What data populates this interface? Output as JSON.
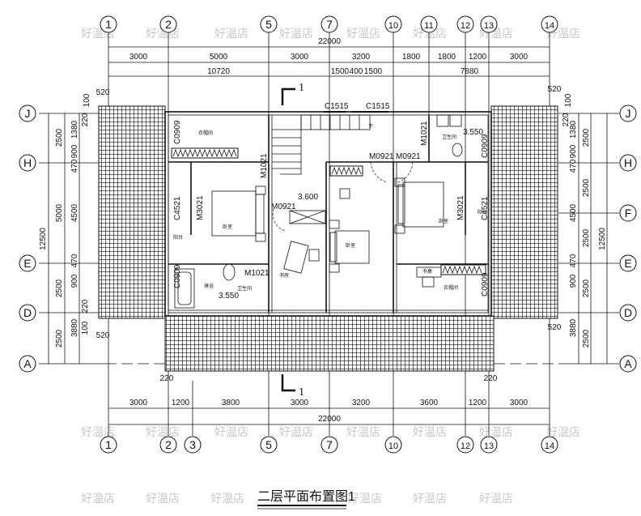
{
  "drawing": {
    "title": "二层平面布置图1",
    "watermark": "好温店",
    "section_mark": "1"
  },
  "axes": {
    "vertical_top": [
      "1",
      "2",
      "5",
      "7",
      "10",
      "11",
      "12",
      "13",
      "14"
    ],
    "vertical_bottom": [
      "1",
      "2",
      "3",
      "5",
      "7",
      "10",
      "12",
      "13",
      "14"
    ],
    "horizontal_left": [
      "J",
      "H",
      "E",
      "D",
      "A"
    ],
    "horizontal_right": [
      "J",
      "H",
      "F",
      "E",
      "D",
      "A"
    ]
  },
  "dimensions": {
    "top_total": "22000",
    "top_row1": [
      "3000",
      "5000",
      "3000",
      "3200",
      "1800",
      "1800",
      "1200",
      "3000"
    ],
    "top_row2": [
      "10720",
      "1500",
      "400",
      "1500",
      "7880"
    ],
    "bottom_row1": [
      "3000",
      "1200",
      "3800",
      "3000",
      "3200",
      "3600",
      "1200",
      "3000"
    ],
    "bottom_total": "22000",
    "left_outer": "12500",
    "left_mid": [
      "2500",
      "5000",
      "2500",
      "2500"
    ],
    "left_inner": [
      "1380",
      "900",
      "4500",
      "900",
      "3880"
    ],
    "left_small": [
      "220",
      "470",
      "470",
      "220",
      "100",
      "100",
      "520",
      "520"
    ],
    "right_outer": "12500",
    "right_mid": [
      "2500",
      "2500",
      "2500",
      "2500",
      "2500"
    ],
    "right_inner": [
      "1380",
      "900",
      "4500",
      "900",
      "3880"
    ],
    "right_small": [
      "220",
      "470",
      "470",
      "100",
      "520",
      "520"
    ],
    "bottom_small": [
      "220",
      "220"
    ]
  },
  "labels": {
    "windows": [
      "C1515",
      "C1515",
      "C0909",
      "C4521",
      "C0909",
      "C0909",
      "C4521",
      "C0909"
    ],
    "doors": [
      "M1021",
      "M0921",
      "M0921",
      "M0921",
      "M1021",
      "M3021",
      "M3021",
      "M1021"
    ],
    "elevations": [
      "3.600",
      "3.550",
      "3.550"
    ],
    "stair_down": "下",
    "rooms": [
      "衣帽间",
      "卧室",
      "阳台",
      "书房",
      "卫生间",
      "淋浴",
      "卧室",
      "卧室",
      "阳台",
      "衣帽间",
      "书桌",
      "卫生间"
    ]
  }
}
